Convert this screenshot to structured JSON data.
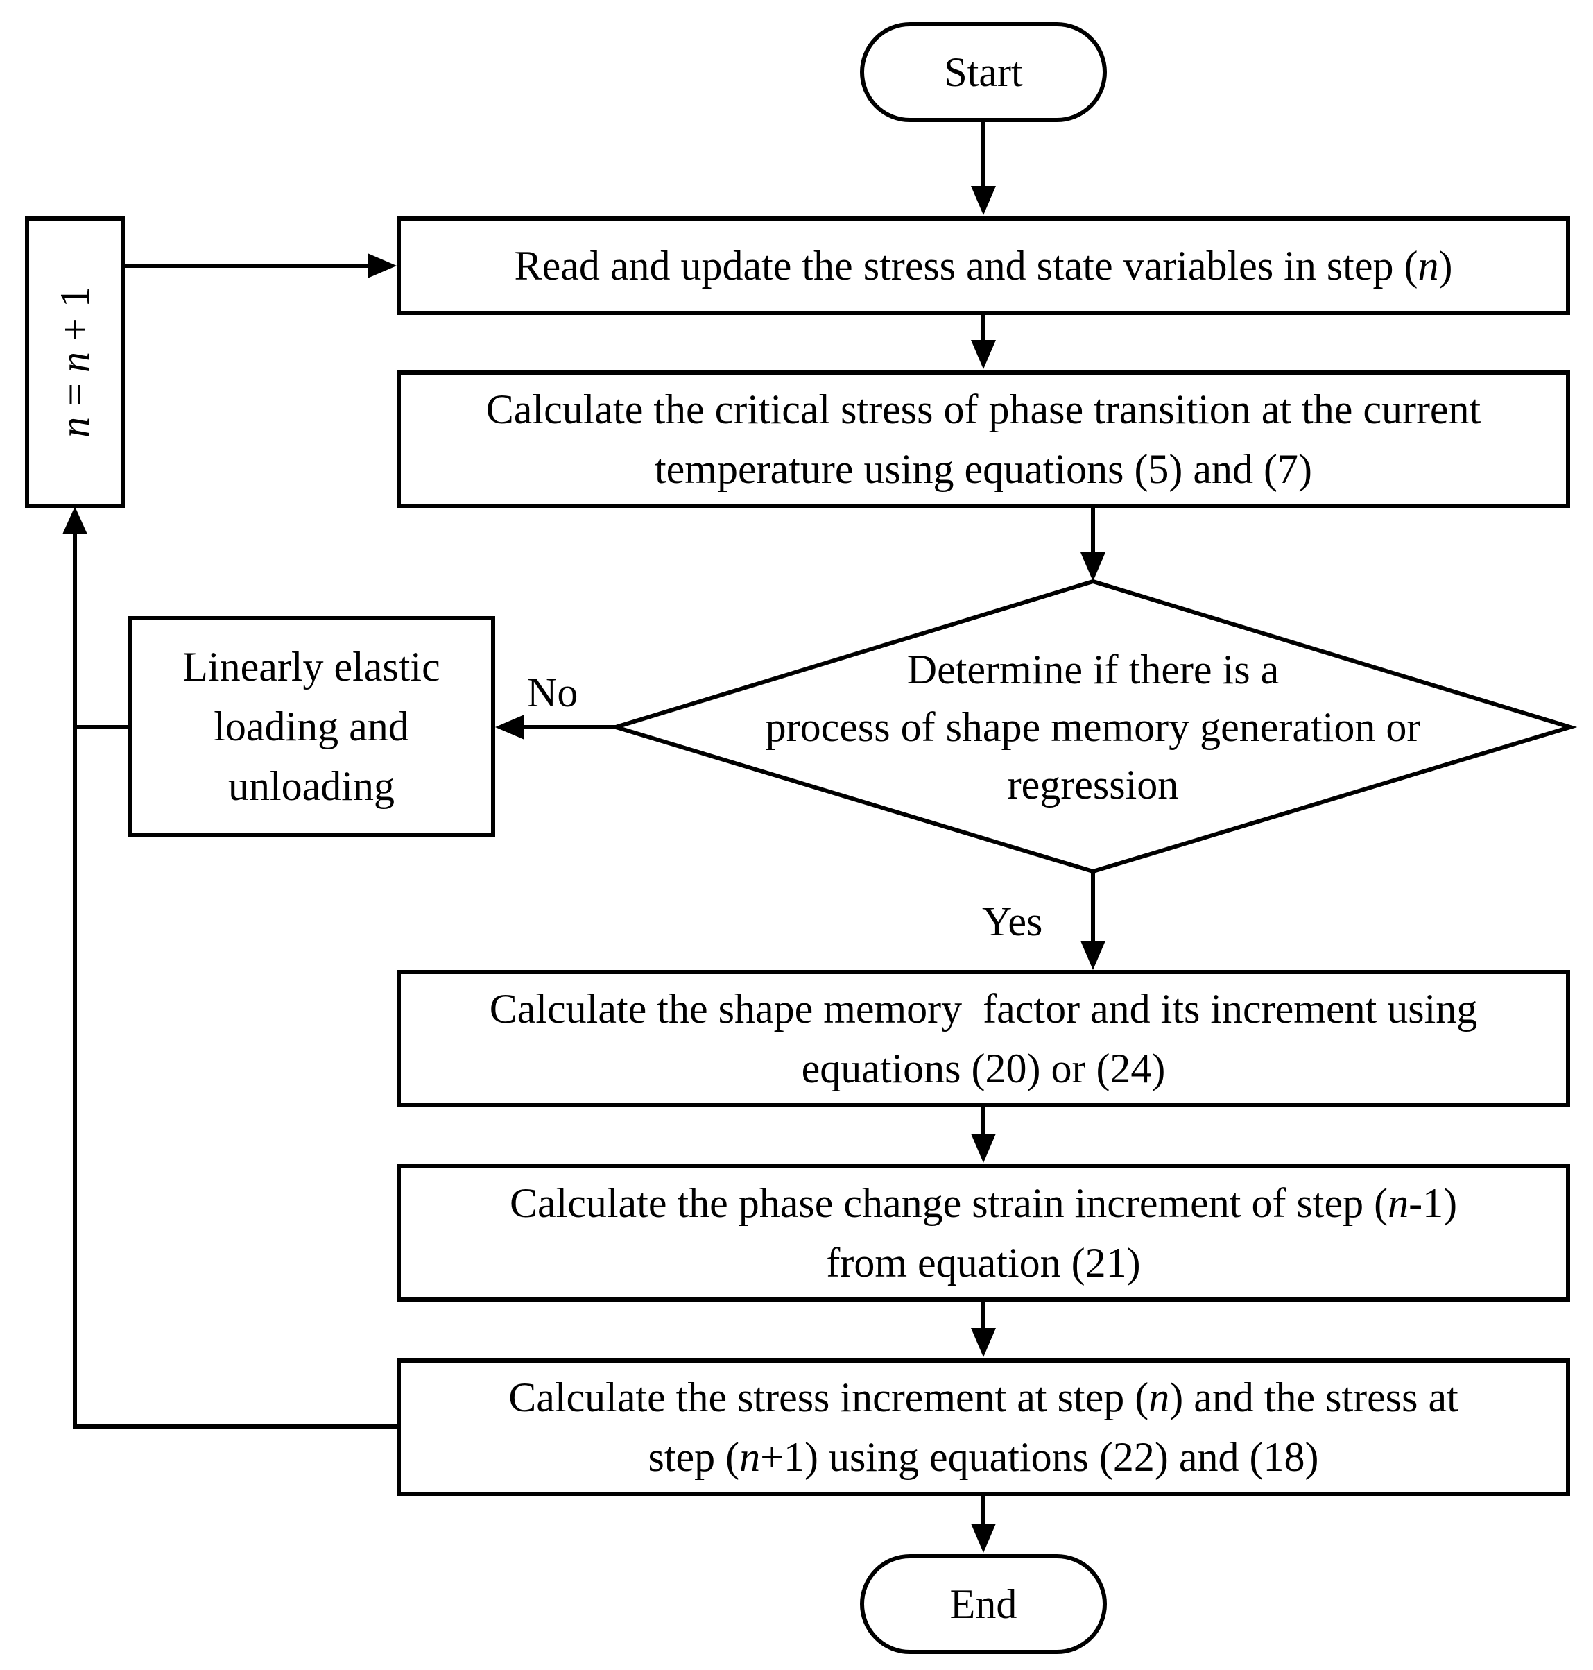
{
  "flowchart": {
    "start": {
      "label": "Start"
    },
    "step_read": {
      "text_prefix": "Read and update the stress and state variables in step (",
      "var": "n",
      "text_suffix": ")"
    },
    "step_critical": {
      "line1": "Calculate the critical stress of phase transition at the current",
      "line2": "temperature using equations (5) and (7)"
    },
    "decision": {
      "line1": "Determine if there is a",
      "line2": "process of shape memory generation or",
      "line3": "regression"
    },
    "elastic": {
      "line1": "Linearly elastic",
      "line2": "loading and",
      "line3": "unloading"
    },
    "step_factor": {
      "line1": "Calculate the shape memory  factor and its increment using",
      "line2": "equations (20) or (24)"
    },
    "step_strain": {
      "line1_prefix": "Calculate the phase change strain increment of step (",
      "line1_var": "n",
      "line1_suffix": "-1)",
      "line2": "from equation (21)"
    },
    "step_stress": {
      "line1_prefix": "Calculate the stress increment at step (",
      "line1_var": "n",
      "line1_suffix": ") and the stress at",
      "line2_prefix": "step (",
      "line2_var": "n",
      "line2_suffix": "+1) using equations (22) and (18)"
    },
    "end": {
      "label": "End"
    },
    "counter": {
      "var_left": "n",
      "op": " = ",
      "var_right": "n",
      "suffix": " + 1"
    },
    "labels": {
      "no": "No",
      "yes": "Yes"
    }
  }
}
